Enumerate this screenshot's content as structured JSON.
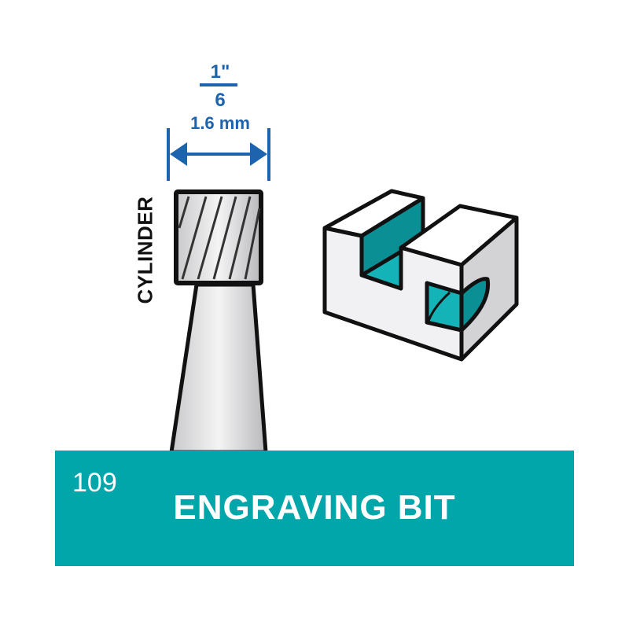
{
  "dimension": {
    "fraction_numerator": "1\"",
    "fraction_denominator": "6",
    "metric": "1.6 mm"
  },
  "shape_label": "CYLINDER",
  "product": {
    "code": "109",
    "name": "ENGRAVING BIT"
  },
  "colors": {
    "accent": "#00a6aa",
    "dimension_blue": "#1d63ad"
  }
}
